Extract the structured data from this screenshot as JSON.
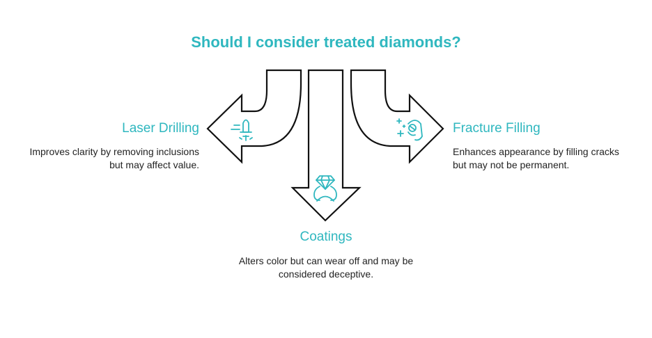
{
  "title": "Should I consider treated diamonds?",
  "options": {
    "left": {
      "heading": "Laser Drilling",
      "description": "Improves clarity by removing inclusions but may affect value.",
      "icon": "laser-drill-icon"
    },
    "center": {
      "heading": "Coatings",
      "description": "Alters color but can wear off and may be considered deceptive.",
      "icon": "diamond-ring-icon"
    },
    "right": {
      "heading": "Fracture Filling",
      "description": "Enhances appearance by filling cracks but may not be permanent.",
      "icon": "filling-hand-icon"
    }
  },
  "colors": {
    "accent": "#2fb7bf",
    "outline": "#111111",
    "text": "#222222"
  }
}
